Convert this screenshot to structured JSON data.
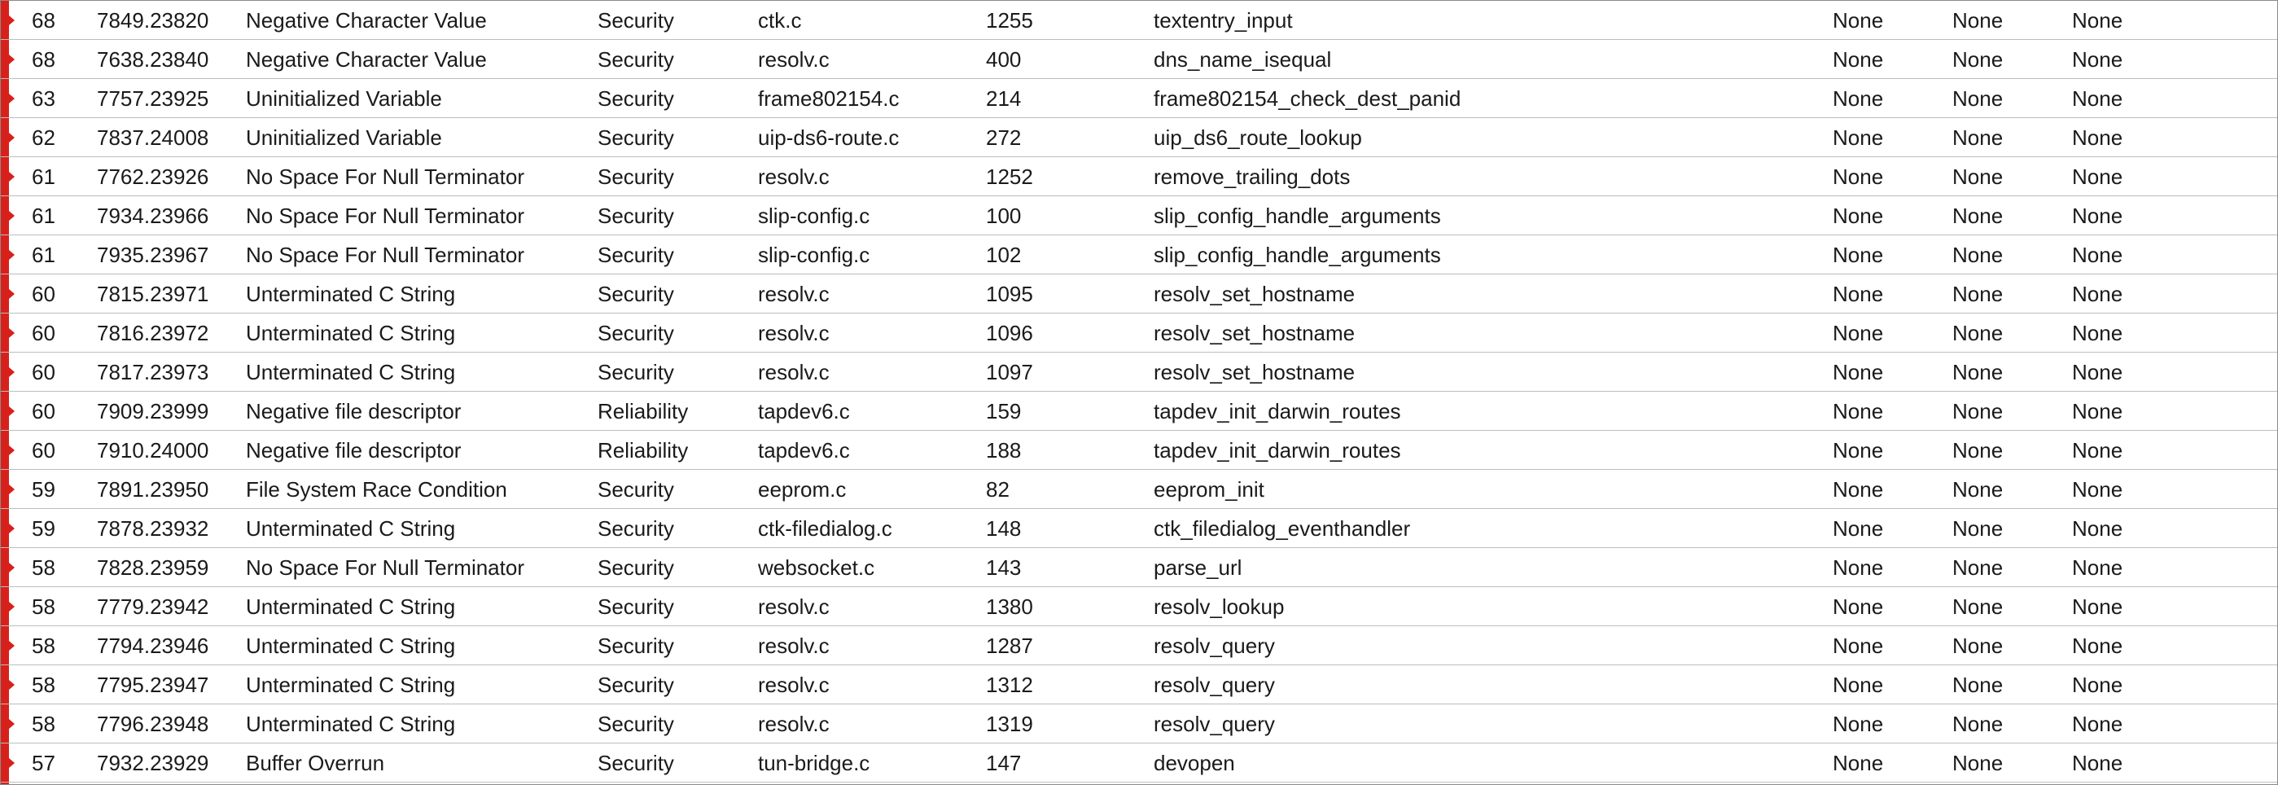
{
  "theme": {
    "marker_color": "#d8201a",
    "row_border": "#bdbdbd"
  },
  "rows": [
    [
      "68",
      "7849.23820",
      "Negative Character Value",
      "Security",
      "ctk.c",
      "1255",
      "textentry_input",
      "None",
      "None",
      "None"
    ],
    [
      "68",
      "7638.23840",
      "Negative Character Value",
      "Security",
      "resolv.c",
      "400",
      "dns_name_isequal",
      "None",
      "None",
      "None"
    ],
    [
      "63",
      "7757.23925",
      "Uninitialized Variable",
      "Security",
      "frame802154.c",
      "214",
      "frame802154_check_dest_panid",
      "None",
      "None",
      "None"
    ],
    [
      "62",
      "7837.24008",
      "Uninitialized Variable",
      "Security",
      "uip-ds6-route.c",
      "272",
      "uip_ds6_route_lookup",
      "None",
      "None",
      "None"
    ],
    [
      "61",
      "7762.23926",
      "No Space For Null Terminator",
      "Security",
      "resolv.c",
      "1252",
      "remove_trailing_dots",
      "None",
      "None",
      "None"
    ],
    [
      "61",
      "7934.23966",
      "No Space For Null Terminator",
      "Security",
      "slip-config.c",
      "100",
      "slip_config_handle_arguments",
      "None",
      "None",
      "None"
    ],
    [
      "61",
      "7935.23967",
      "No Space For Null Terminator",
      "Security",
      "slip-config.c",
      "102",
      "slip_config_handle_arguments",
      "None",
      "None",
      "None"
    ],
    [
      "60",
      "7815.23971",
      "Unterminated C String",
      "Security",
      "resolv.c",
      "1095",
      "resolv_set_hostname",
      "None",
      "None",
      "None"
    ],
    [
      "60",
      "7816.23972",
      "Unterminated C String",
      "Security",
      "resolv.c",
      "1096",
      "resolv_set_hostname",
      "None",
      "None",
      "None"
    ],
    [
      "60",
      "7817.23973",
      "Unterminated C String",
      "Security",
      "resolv.c",
      "1097",
      "resolv_set_hostname",
      "None",
      "None",
      "None"
    ],
    [
      "60",
      "7909.23999",
      "Negative file descriptor",
      "Reliability",
      "tapdev6.c",
      "159",
      "tapdev_init_darwin_routes",
      "None",
      "None",
      "None"
    ],
    [
      "60",
      "7910.24000",
      "Negative file descriptor",
      "Reliability",
      "tapdev6.c",
      "188",
      "tapdev_init_darwin_routes",
      "None",
      "None",
      "None"
    ],
    [
      "59",
      "7891.23950",
      "File System Race Condition",
      "Security",
      "eeprom.c",
      "82",
      "eeprom_init",
      "None",
      "None",
      "None"
    ],
    [
      "59",
      "7878.23932",
      "Unterminated C String",
      "Security",
      "ctk-filedialog.c",
      "148",
      "ctk_filedialog_eventhandler",
      "None",
      "None",
      "None"
    ],
    [
      "58",
      "7828.23959",
      "No Space For Null Terminator",
      "Security",
      "websocket.c",
      "143",
      "parse_url",
      "None",
      "None",
      "None"
    ],
    [
      "58",
      "7779.23942",
      "Unterminated C String",
      "Security",
      "resolv.c",
      "1380",
      "resolv_lookup",
      "None",
      "None",
      "None"
    ],
    [
      "58",
      "7794.23946",
      "Unterminated C String",
      "Security",
      "resolv.c",
      "1287",
      "resolv_query",
      "None",
      "None",
      "None"
    ],
    [
      "58",
      "7795.23947",
      "Unterminated C String",
      "Security",
      "resolv.c",
      "1312",
      "resolv_query",
      "None",
      "None",
      "None"
    ],
    [
      "58",
      "7796.23948",
      "Unterminated C String",
      "Security",
      "resolv.c",
      "1319",
      "resolv_query",
      "None",
      "None",
      "None"
    ],
    [
      "57",
      "7932.23929",
      "Buffer Overrun",
      "Security",
      "tun-bridge.c",
      "147",
      "devopen",
      "None",
      "None",
      "None"
    ]
  ]
}
